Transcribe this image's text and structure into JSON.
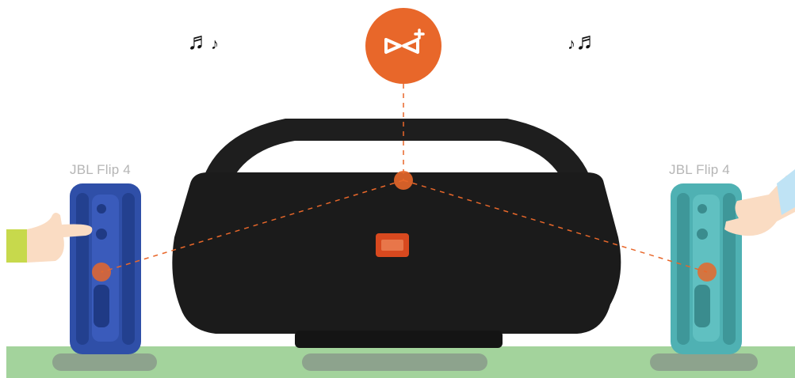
{
  "connect_badge": {
    "icon": "partyboost-connect-icon",
    "color": "#e8672a"
  },
  "left_speaker": {
    "label": "JBL Flip 4",
    "color": "#2f4fa8"
  },
  "right_speaker": {
    "label": "JBL Flip 4",
    "color": "#4fb1b3"
  },
  "center_speaker": {
    "color": "#1b1b1b",
    "logo": "JBL"
  },
  "notes": {
    "left": "♬",
    "left_small": "♪",
    "right_small": "♪",
    "right": "♬"
  },
  "accent": "#e8672a",
  "ground_color": "#a3d39c"
}
